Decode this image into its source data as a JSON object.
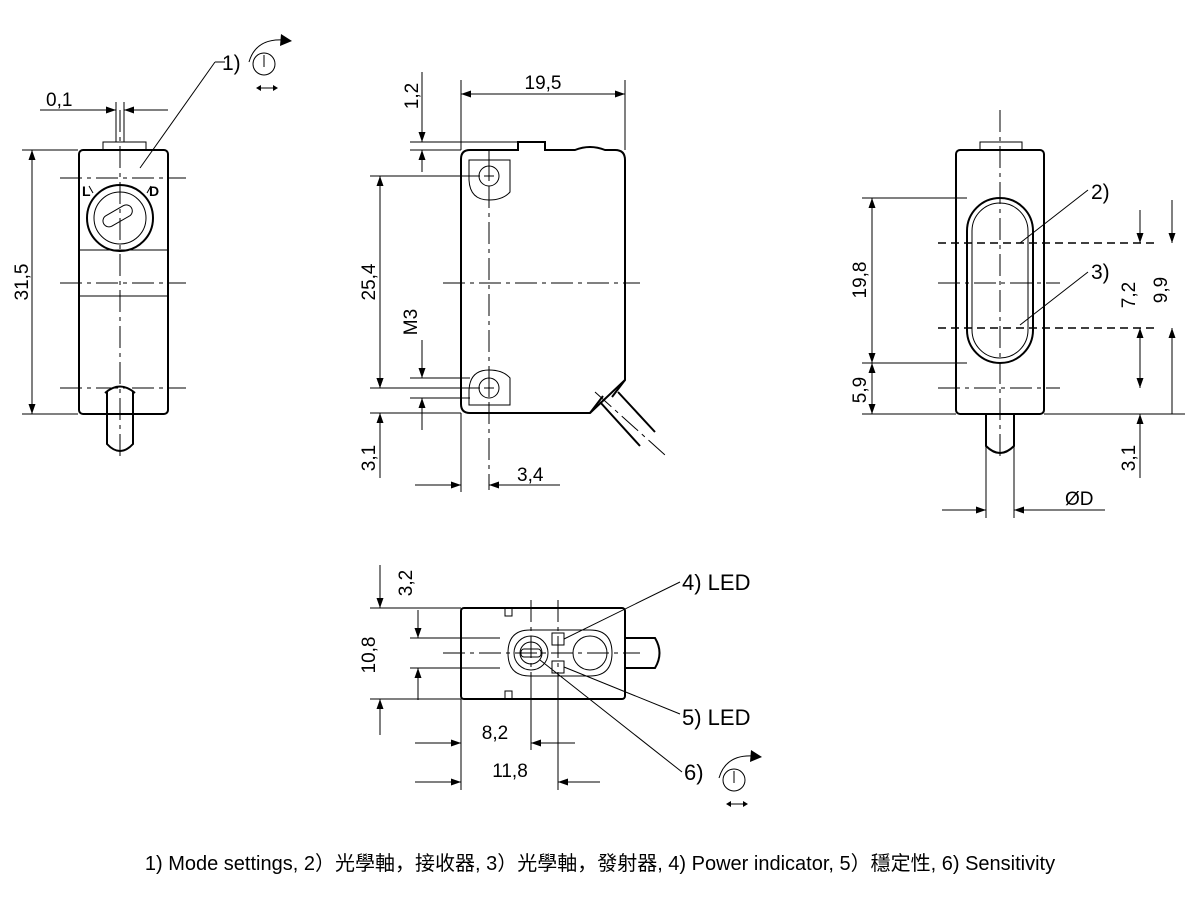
{
  "callouts": {
    "c1": "1)",
    "c2": "2)",
    "c3": "3)",
    "c4": "4) LED",
    "c5": "5) LED",
    "c6": "6)"
  },
  "switch_letters": {
    "left": "L",
    "right": "D"
  },
  "dimensions": {
    "d_0_1": "0,1",
    "d_31_5": "31,5",
    "d_1_2": "1,2",
    "d_19_5": "19,5",
    "d_25_4": "25,4",
    "d_m3": "M3",
    "d_3_1_front": "3,1",
    "d_3_4": "3,4",
    "d_19_8": "19,8",
    "d_5_9": "5,9",
    "d_7_2": "7,2",
    "d_9_9": "9,9",
    "d_3_1_right": "3,1",
    "d_phi_d": "ØD",
    "d_3_2": "3,2",
    "d_10_8": "10,8",
    "d_8_2": "8,2",
    "d_11_8": "11,8"
  },
  "caption": "1) Mode settings, 2）光學軸，接收器, 3）光學軸，發射器, 4) Power indicator, 5）穩定性, 6) Sensitivity",
  "icons": [
    "rotary-knob-icon",
    "rotary-knob-icon"
  ]
}
